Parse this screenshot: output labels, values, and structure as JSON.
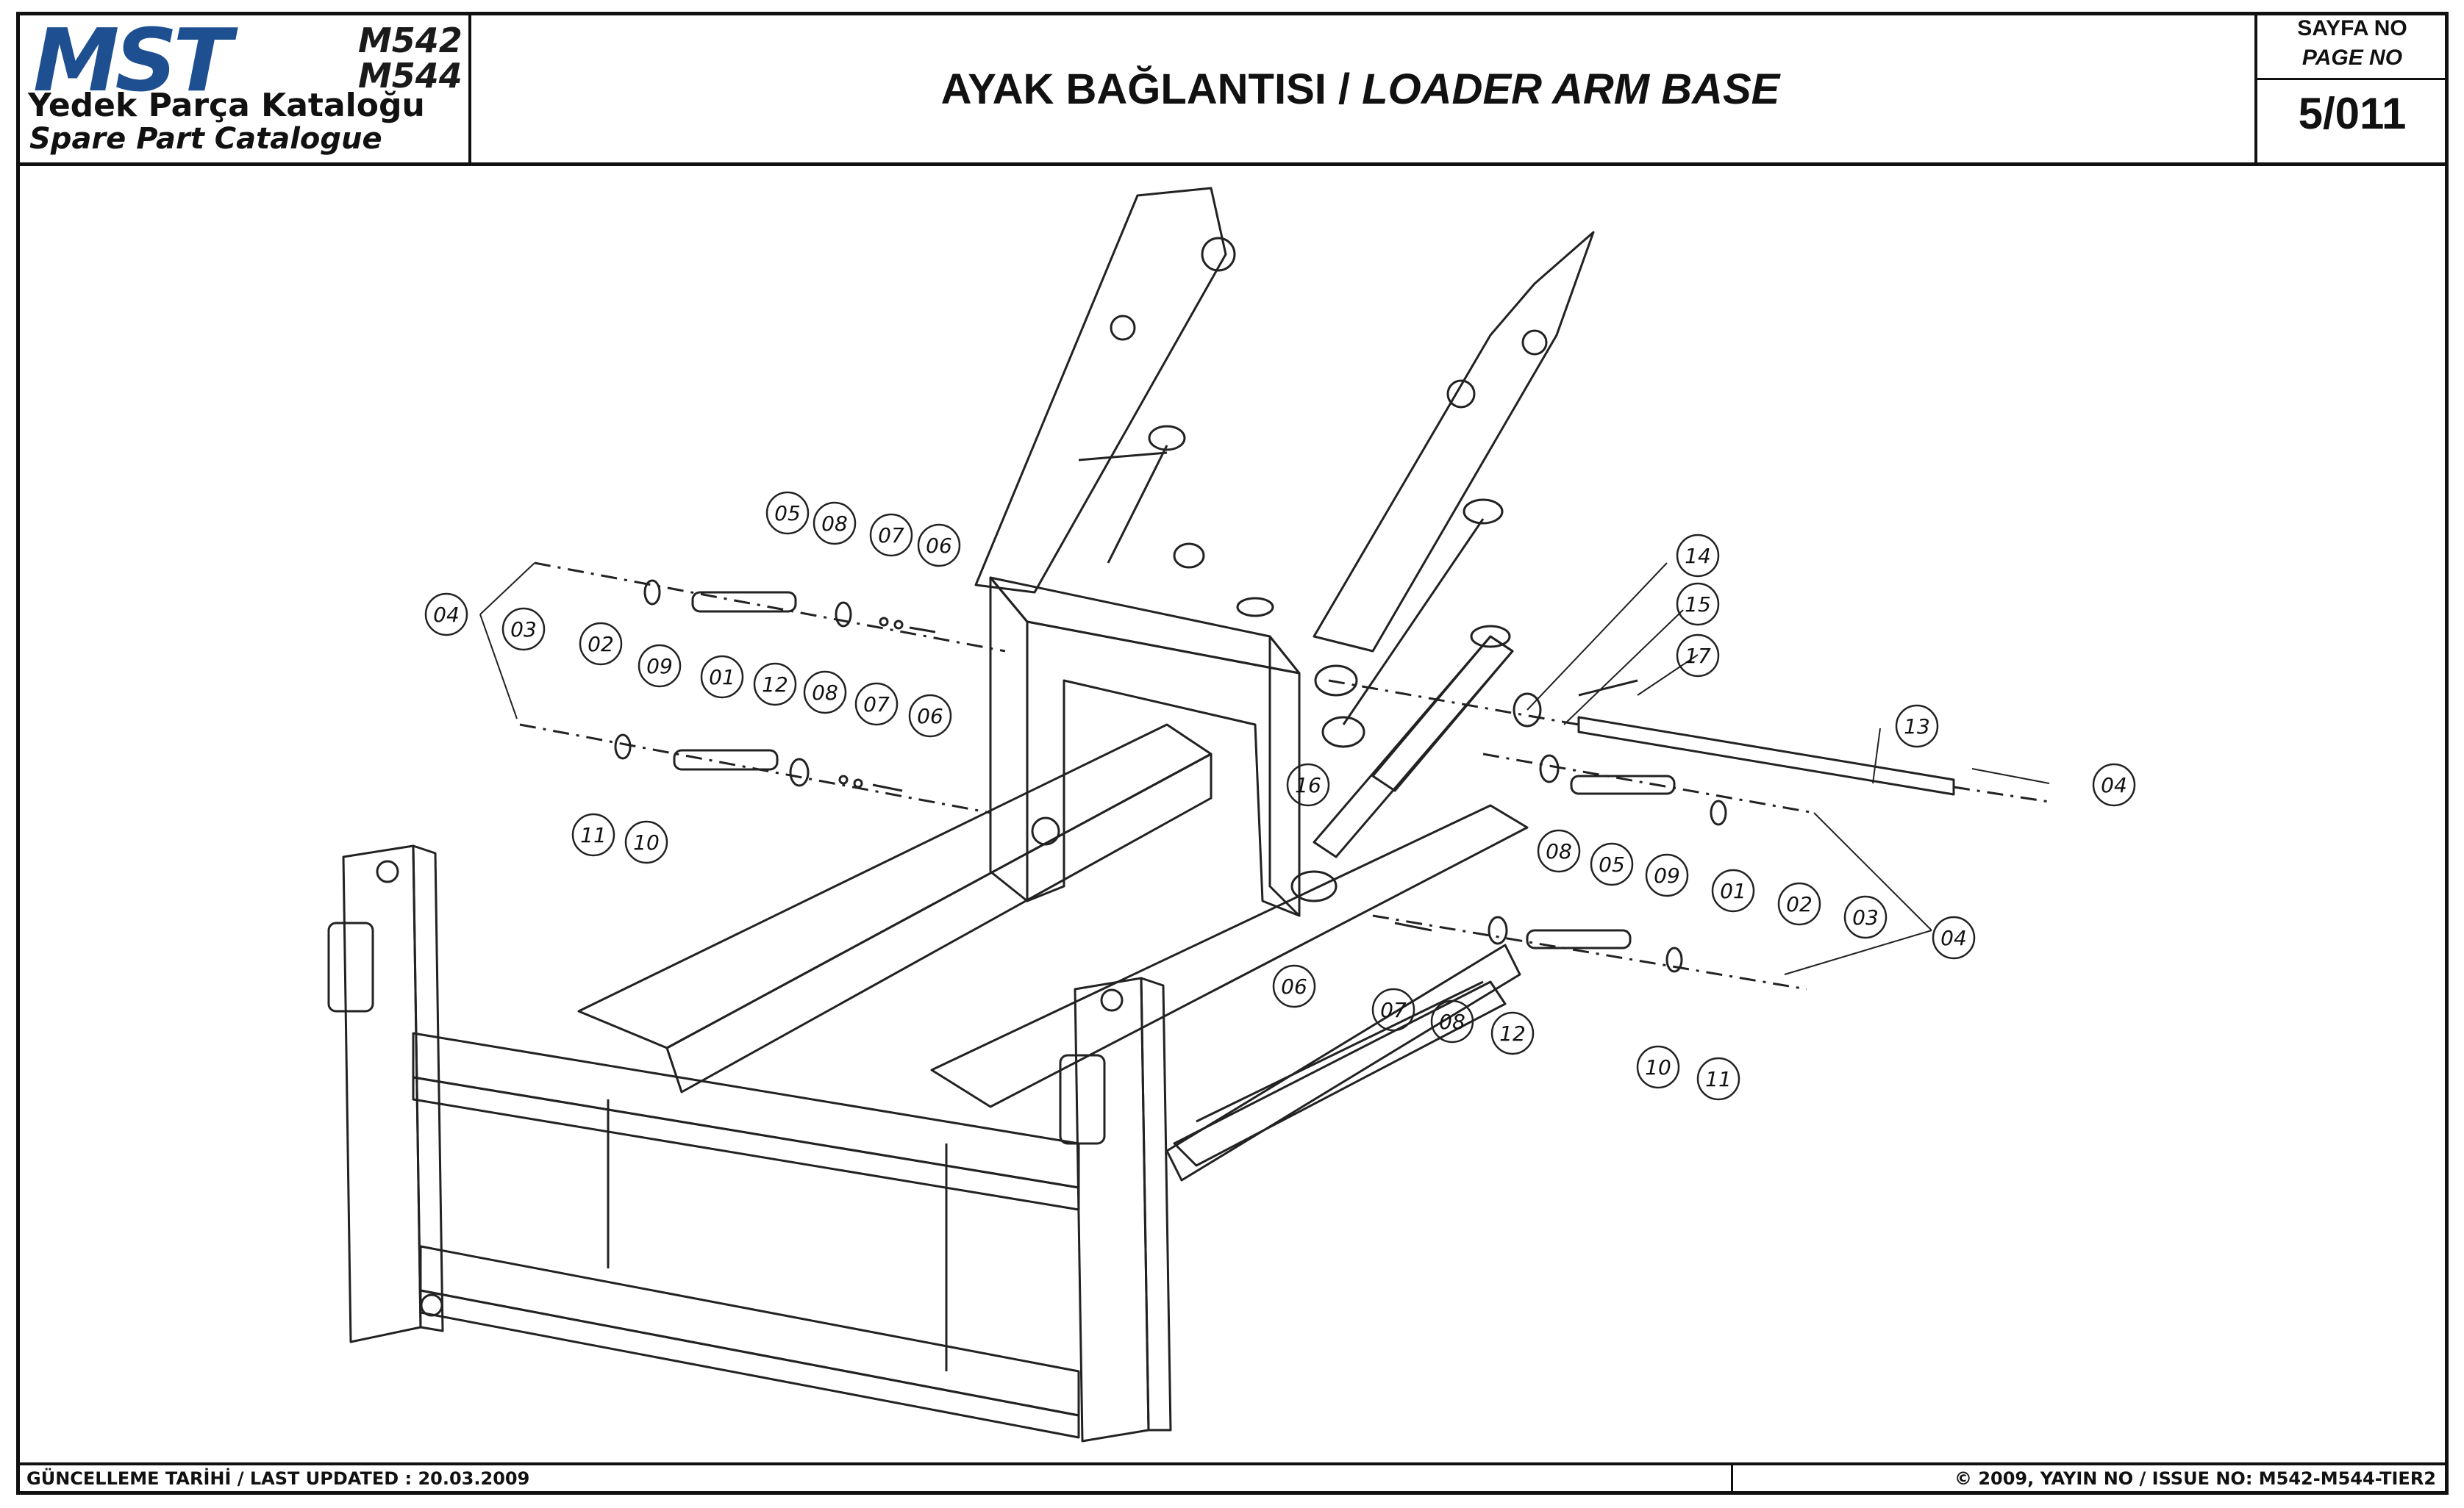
{
  "header": {
    "logo_text": "MST",
    "models": [
      "M542",
      "M544"
    ],
    "catalog_tr": "Yedek Parça Kataloğu",
    "catalog_en": "Spare Part Catalogue",
    "title_tr": "AYAK BAĞLANTISI /",
    "title_en": "LOADER ARM BASE",
    "page_label_tr": "SAYFA NO",
    "page_label_en": "PAGE NO",
    "page_number": "5/011"
  },
  "callouts": [
    "01",
    "02",
    "03",
    "04",
    "05",
    "06",
    "07",
    "08",
    "09",
    "10",
    "11",
    "12",
    "13",
    "14",
    "15",
    "16",
    "17"
  ],
  "footer": {
    "last_updated": "GÜNCELLEME TARİHİ  / LAST UPDATED : 20.03.2009",
    "issue": "© 2009, YAYIN NO / ISSUE NO: M542-M544-TIER2"
  },
  "colors": {
    "logo_blue": "#1d4f91",
    "line": "#111111"
  }
}
